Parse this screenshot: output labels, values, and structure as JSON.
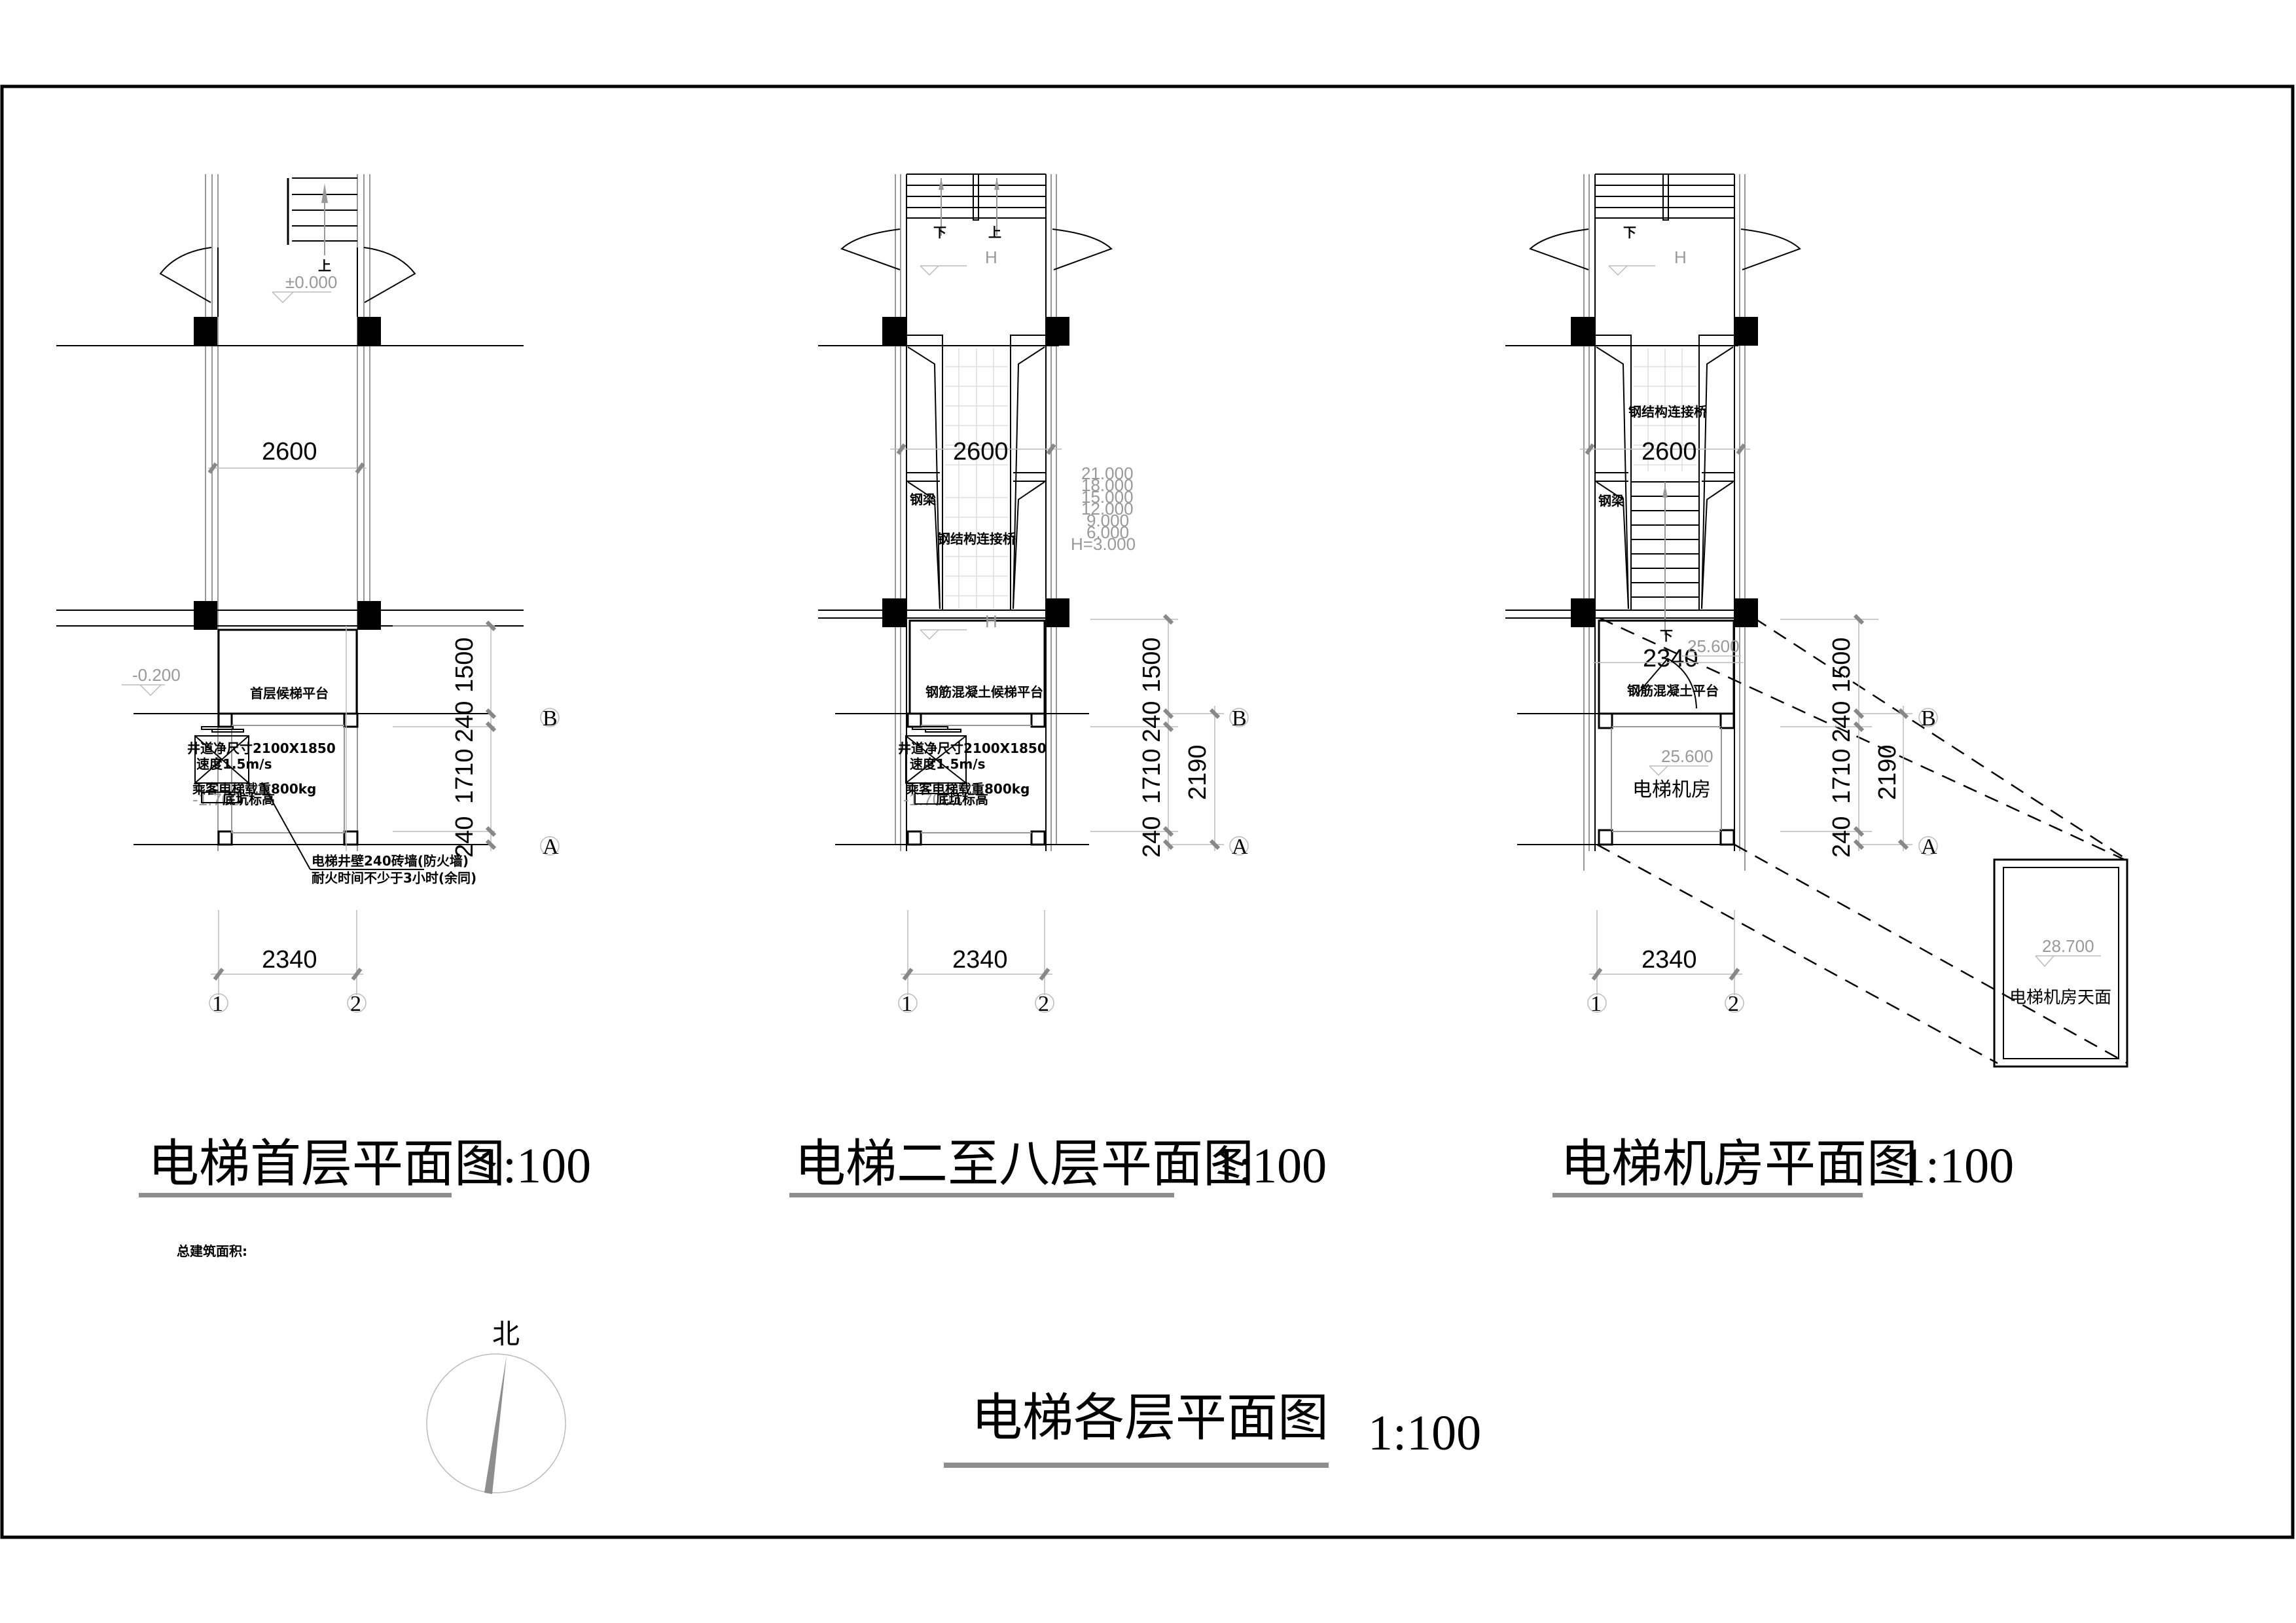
{
  "drawing": {
    "main_title": "电梯各层平面图",
    "main_scale": "1:100",
    "area_label": "总建筑面积:",
    "north_label": "北"
  },
  "plans": [
    {
      "title": "电梯首层平面图",
      "scale": "1:100",
      "dim_width_top": "2600",
      "dim_width_bottom": "2340",
      "dims_vertical": [
        "1500",
        "240",
        "1710",
        "240"
      ],
      "elev_top": "±0.000",
      "elev_side": "-0.200",
      "stair_label": "上",
      "platform_label": "首层候梯平台",
      "shaft_size": "井道净尺寸2100X1850",
      "speed": "速度1.5m/s",
      "load": "乘客电梯载重800kg",
      "pit_elev": "-1.700",
      "pit_label": "底坑标高",
      "note_line1": "电梯井壁240砖墙(防火墙)",
      "note_line2": "耐火时间不少于3小时(余同)",
      "grid_cols": [
        "1",
        "2"
      ],
      "grid_rows": [
        "B",
        "A"
      ]
    },
    {
      "title": "电梯二至八层平面图",
      "scale": "1:100",
      "dim_width_top": "2600",
      "dim_width_bottom": "2340",
      "dims_vertical": [
        "1500",
        "240",
        "1710",
        "240"
      ],
      "dim_total": "2190",
      "elev_top": "H",
      "elev_platform": "H",
      "stair_down": "下",
      "stair_up": "上",
      "beam_label": "钢梁",
      "bridge_label": "钢结构连接桥",
      "floor_elevations": [
        "21.000",
        "18.000",
        "15.000",
        "12.000",
        "9.000",
        "6.000",
        "H=3.000"
      ],
      "platform_label": "钢筋混凝土候梯平台",
      "shaft_size": "井道净尺寸2100X1850",
      "speed": "速度1.5m/s",
      "load": "乘客电梯载重800kg",
      "pit_elev": "-1.700",
      "pit_label": "底坑标高",
      "grid_cols": [
        "1",
        "2"
      ],
      "grid_rows": [
        "B",
        "A"
      ]
    },
    {
      "title": "电梯机房平面图",
      "scale": "1:100",
      "dim_width_top": "2600",
      "dim_width_mid": "2340",
      "dim_width_bottom": "2340",
      "dims_vertical": [
        "1500",
        "240",
        "1710",
        "240"
      ],
      "dim_total": "2190",
      "elev_top": "H",
      "stair_down": "下",
      "stair_down2": "下",
      "beam_label": "钢梁",
      "bridge_label": "钢结构连接桥",
      "platform_elev": "25.600",
      "platform_label": "钢筋混凝土平台",
      "room_elev": "25.600",
      "room_label": "电梯机房",
      "roof_elev": "28.700",
      "roof_label": "电梯机房天面",
      "grid_cols": [
        "1",
        "2"
      ],
      "grid_rows": [
        "B",
        "A"
      ]
    }
  ]
}
